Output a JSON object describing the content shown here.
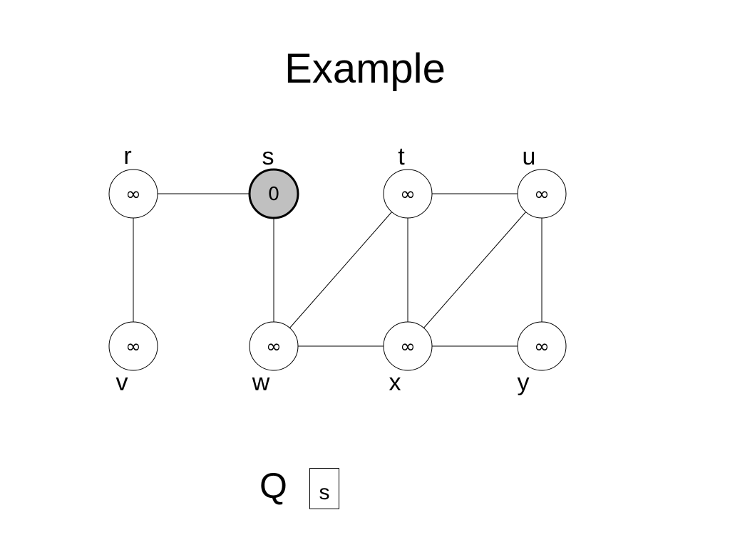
{
  "title": "Example",
  "colors": {
    "node_fill": "#ffffff",
    "node_stroke": "#000000",
    "highlight_fill": "#c0c0c0",
    "edge": "#000000"
  },
  "graph": {
    "nodes": [
      {
        "id": "r",
        "label": "r",
        "value": "∞",
        "highlighted": false
      },
      {
        "id": "s",
        "label": "s",
        "value": "0",
        "highlighted": true
      },
      {
        "id": "t",
        "label": "t",
        "value": "∞",
        "highlighted": false
      },
      {
        "id": "u",
        "label": "u",
        "value": "∞",
        "highlighted": false
      },
      {
        "id": "v",
        "label": "v",
        "value": "∞",
        "highlighted": false
      },
      {
        "id": "w",
        "label": "w",
        "value": "∞",
        "highlighted": false
      },
      {
        "id": "x",
        "label": "x",
        "value": "∞",
        "highlighted": false
      },
      {
        "id": "y",
        "label": "y",
        "value": "∞",
        "highlighted": false
      }
    ],
    "edges": [
      [
        "r",
        "s"
      ],
      [
        "r",
        "v"
      ],
      [
        "s",
        "w"
      ],
      [
        "t",
        "u"
      ],
      [
        "t",
        "w"
      ],
      [
        "t",
        "x"
      ],
      [
        "u",
        "x"
      ],
      [
        "u",
        "y"
      ],
      [
        "w",
        "x"
      ],
      [
        "x",
        "y"
      ]
    ]
  },
  "queue": {
    "label": "Q",
    "items": [
      "s"
    ]
  }
}
